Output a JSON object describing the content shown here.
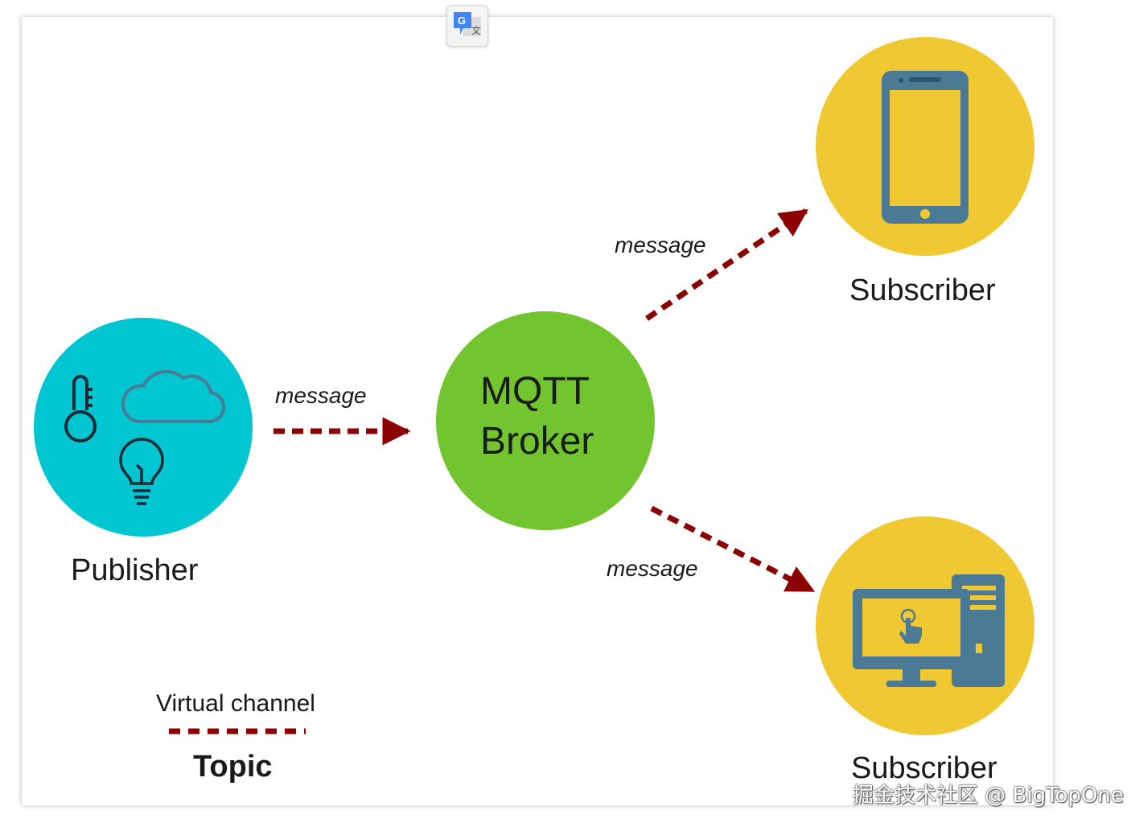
{
  "publisher": {
    "label": "Publisher",
    "color": "#00c6d1",
    "icons": [
      "thermometer-icon",
      "cloud-icon",
      "lightbulb-icon"
    ]
  },
  "broker": {
    "line1": "MQTT",
    "line2": "Broker",
    "color": "#72c52f"
  },
  "subscriber_top": {
    "label": "Subscriber",
    "color": "#f0c832",
    "icon": "smartphone-icon"
  },
  "subscriber_bottom": {
    "label": "Subscriber",
    "color": "#f0c832",
    "icon": "desktop-computer-icon"
  },
  "messages": {
    "left": "message",
    "upper": "message",
    "lower": "message"
  },
  "legend": {
    "caption": "Virtual channel",
    "name": "Topic"
  },
  "arrow_color": "#8b0000",
  "icon_color": "#4a7a96",
  "watermark": "掘金技术社区 @ BigTopOne",
  "toolbar": {
    "translate_icon": "google-translate-icon"
  }
}
